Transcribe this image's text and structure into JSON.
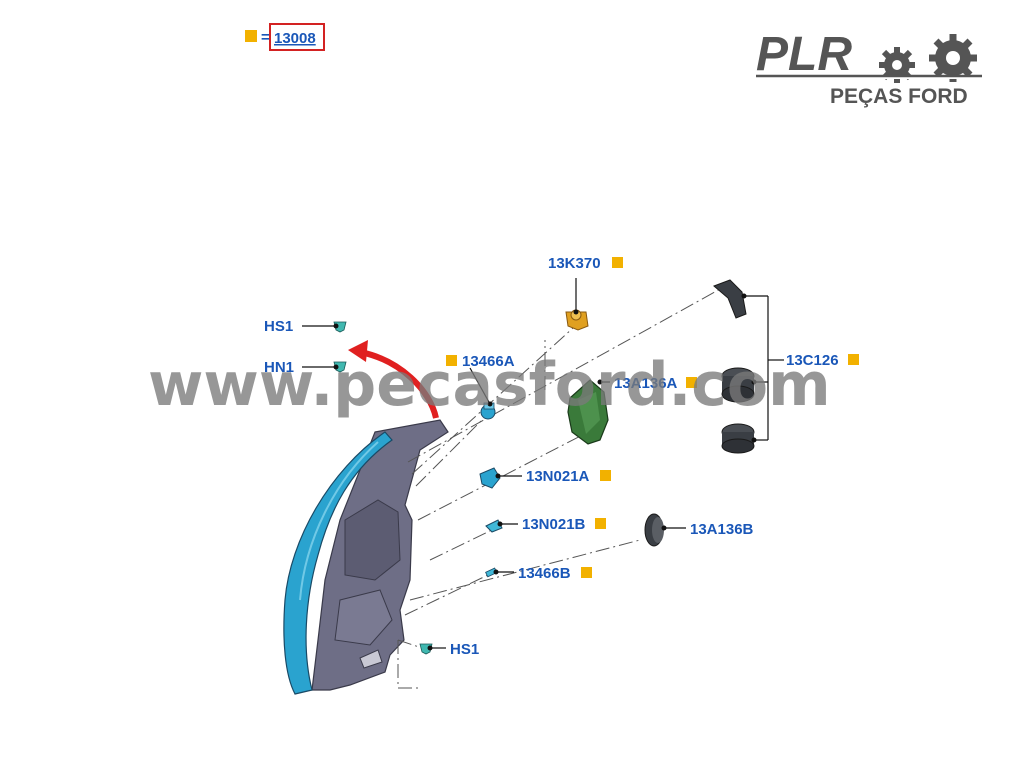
{
  "legend": {
    "equals_sign": "=",
    "part_number": "13008"
  },
  "logo": {
    "brand": "PLR",
    "subtitle": "PEÇAS FORD"
  },
  "watermark": "www.pecasford.com",
  "callouts": {
    "hs1_top": "HS1",
    "hn1": "HN1",
    "c_13k370": "13K370",
    "c_13466a": "13466A",
    "c_13a136a": "13A136A",
    "c_13c126": "13C126",
    "c_13n021a": "13N021A",
    "c_13n021b": "13N021B",
    "c_13a136b": "13A136B",
    "c_13466b": "13466B",
    "hs1_bottom": "HS1"
  },
  "colors": {
    "label": "#1a57b8",
    "marker": "#f2b100",
    "highlight_box": "#d32222",
    "arrow": "#e02020",
    "lens": "#2aa3cf",
    "housing": "#6e6e86",
    "socket": "#3a7a3a",
    "bulb_base": "#e0a020",
    "clip": "#40b8b0",
    "rubber_part": "#3a3e44",
    "watermark": "#7a7a7a",
    "logo": "#555555"
  }
}
